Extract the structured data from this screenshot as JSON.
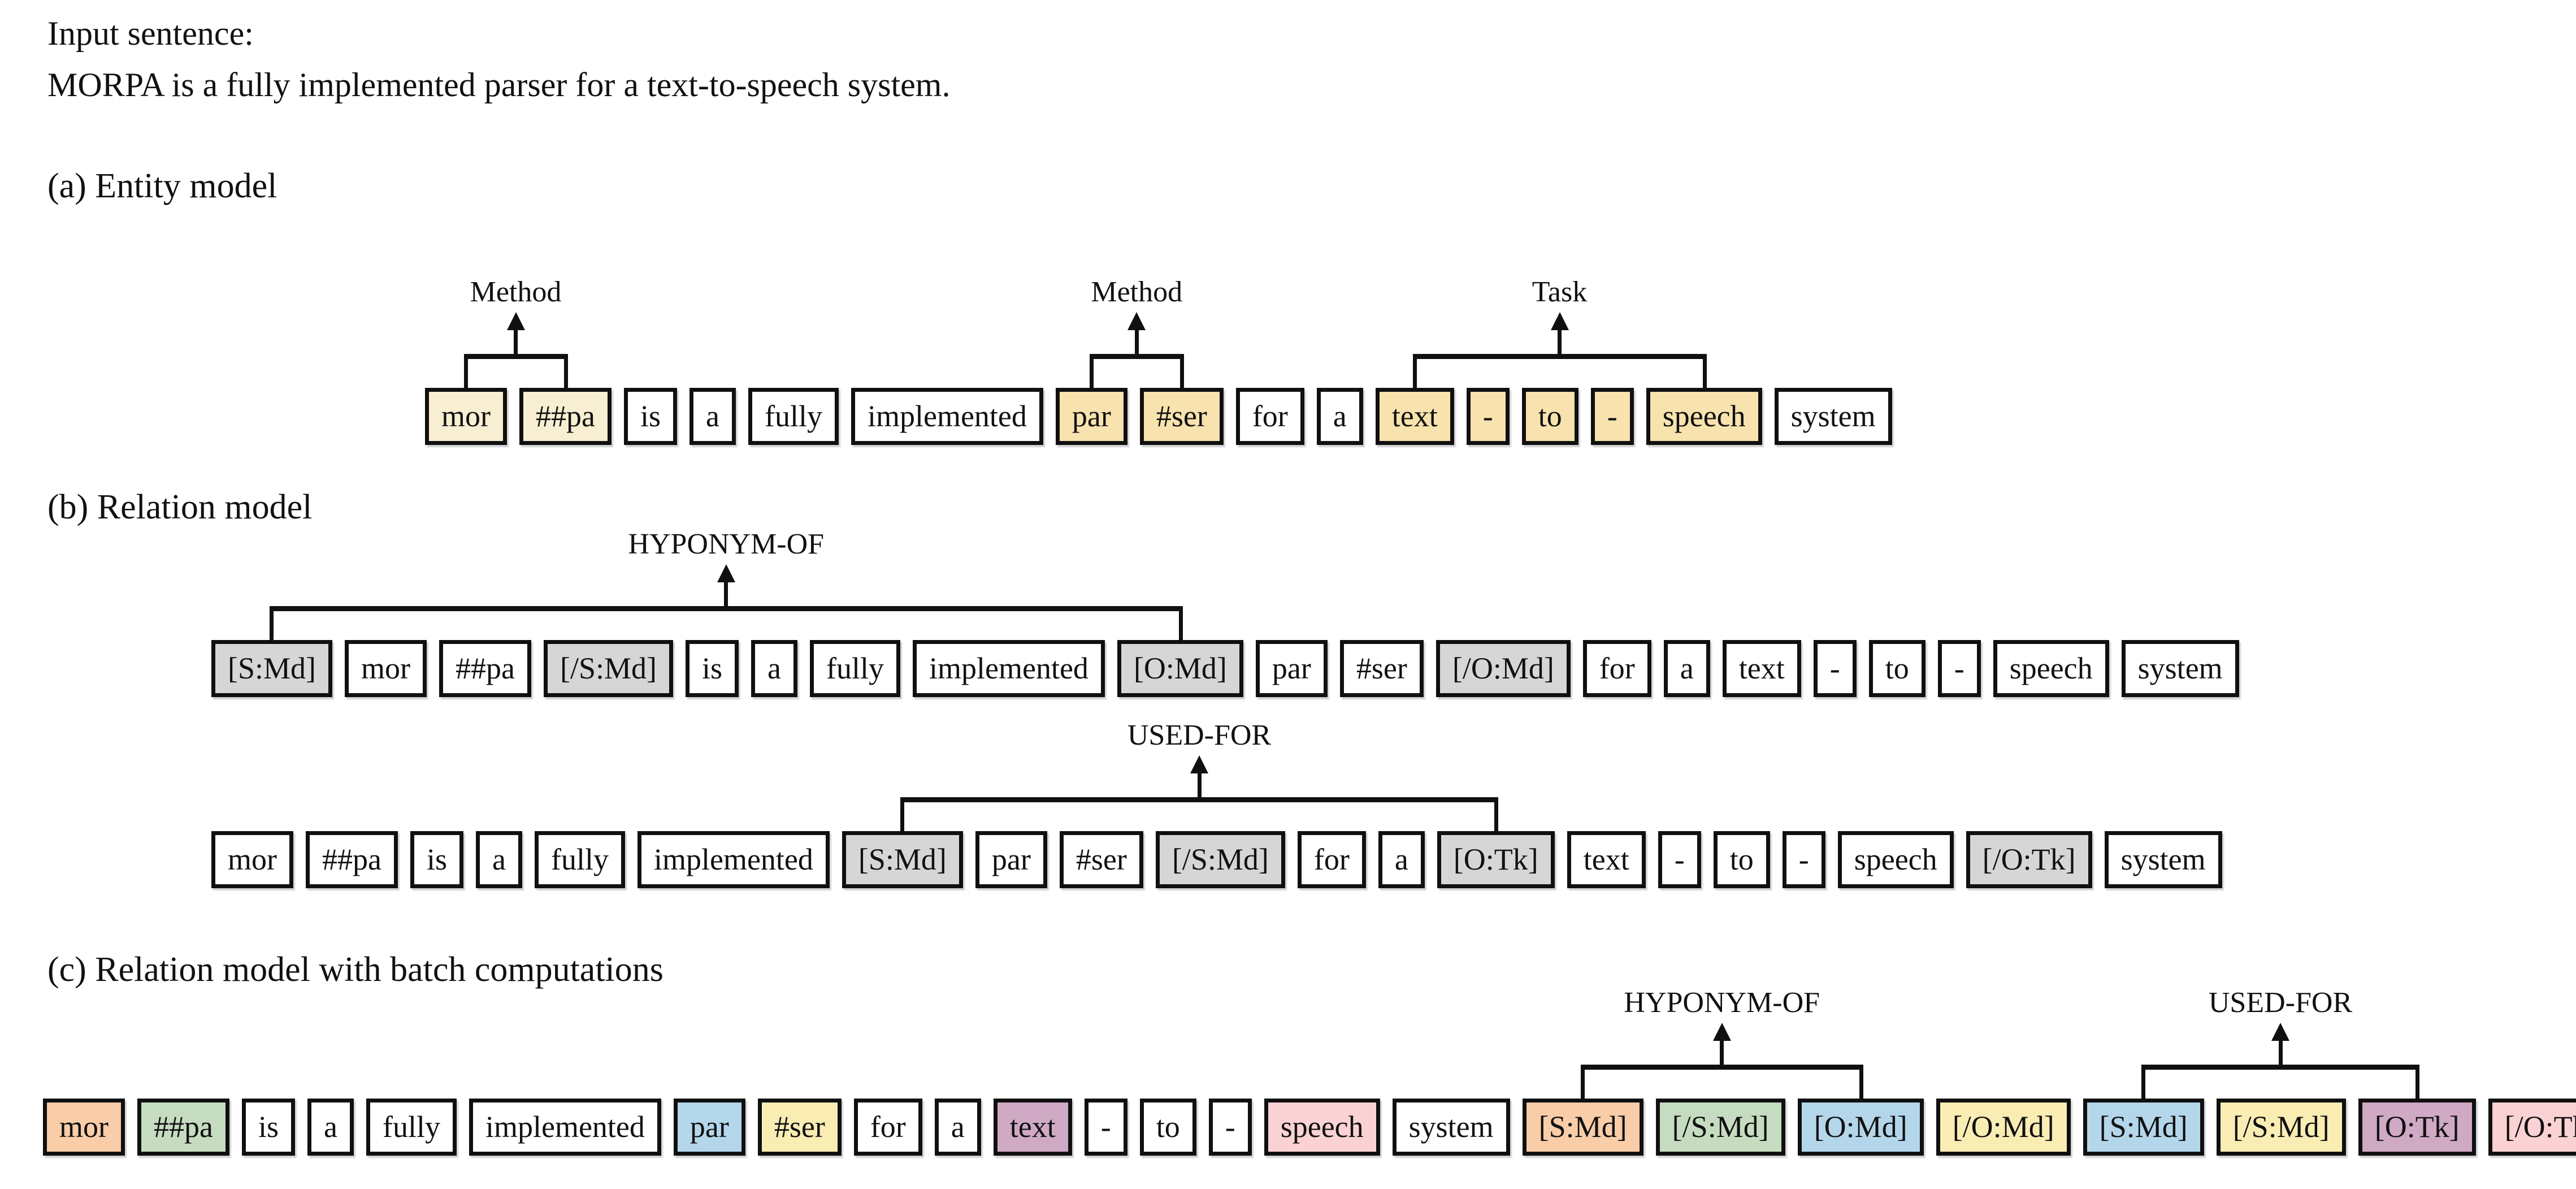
{
  "headers": {
    "input_label": "Input sentence:",
    "sentence": "MORPA is a fully implemented parser for a text-to-speech system.",
    "a": "(a) Entity model",
    "b": "(b) Relation model",
    "c": "(c) Relation model with batch computations"
  },
  "colors": {
    "white": "#ffffff",
    "cream": "#f8eed2",
    "wheat": "#f8e3ae",
    "gray": "#d6d6d6",
    "peach": "#f8cda8",
    "green": "#c6dcc0",
    "blue": "#b4d6ea",
    "yellow": "#f9edb4",
    "mauve": "#d0a9c4",
    "pink": "#fbd2d4"
  },
  "rows": {
    "a1": {
      "tokens": [
        {
          "text": "mor",
          "fill": "cream"
        },
        {
          "text": "##pa",
          "fill": "cream"
        },
        {
          "text": "is",
          "fill": "white"
        },
        {
          "text": "a",
          "fill": "white"
        },
        {
          "text": "fully",
          "fill": "white"
        },
        {
          "text": "implemented",
          "fill": "white"
        },
        {
          "text": "par",
          "fill": "wheat"
        },
        {
          "text": "#ser",
          "fill": "wheat"
        },
        {
          "text": "for",
          "fill": "white"
        },
        {
          "text": "a",
          "fill": "white"
        },
        {
          "text": "text",
          "fill": "wheat"
        },
        {
          "text": "-",
          "fill": "wheat"
        },
        {
          "text": "to",
          "fill": "wheat"
        },
        {
          "text": "-",
          "fill": "wheat"
        },
        {
          "text": "speech",
          "fill": "wheat"
        },
        {
          "text": "system",
          "fill": "white"
        }
      ],
      "brackets": [
        {
          "label": "Method",
          "kind": "entity",
          "from": 0,
          "to": 1
        },
        {
          "label": "Method",
          "kind": "entity",
          "from": 6,
          "to": 7
        },
        {
          "label": "Task",
          "kind": "entity",
          "from": 10,
          "to": 14
        }
      ]
    },
    "b1": {
      "tokens": [
        {
          "text": "[S:Md]",
          "fill": "gray"
        },
        {
          "text": "mor",
          "fill": "white"
        },
        {
          "text": "##pa",
          "fill": "white"
        },
        {
          "text": "[/S:Md]",
          "fill": "gray"
        },
        {
          "text": "is",
          "fill": "white"
        },
        {
          "text": "a",
          "fill": "white"
        },
        {
          "text": "fully",
          "fill": "white"
        },
        {
          "text": "implemented",
          "fill": "white"
        },
        {
          "text": "[O:Md]",
          "fill": "gray"
        },
        {
          "text": "par",
          "fill": "white"
        },
        {
          "text": "#ser",
          "fill": "white"
        },
        {
          "text": "[/O:Md]",
          "fill": "gray"
        },
        {
          "text": "for",
          "fill": "white"
        },
        {
          "text": "a",
          "fill": "white"
        },
        {
          "text": "text",
          "fill": "white"
        },
        {
          "text": "-",
          "fill": "white"
        },
        {
          "text": "to",
          "fill": "white"
        },
        {
          "text": "-",
          "fill": "white"
        },
        {
          "text": "speech",
          "fill": "white"
        },
        {
          "text": "system",
          "fill": "white"
        }
      ],
      "brackets": [
        {
          "label": "HYPONYM-OF",
          "kind": "relation",
          "from": 0,
          "to": 8
        }
      ]
    },
    "b2": {
      "tokens": [
        {
          "text": "mor",
          "fill": "white"
        },
        {
          "text": "##pa",
          "fill": "white"
        },
        {
          "text": "is",
          "fill": "white"
        },
        {
          "text": "a",
          "fill": "white"
        },
        {
          "text": "fully",
          "fill": "white"
        },
        {
          "text": "implemented",
          "fill": "white"
        },
        {
          "text": "[S:Md]",
          "fill": "gray"
        },
        {
          "text": "par",
          "fill": "white"
        },
        {
          "text": "#ser",
          "fill": "white"
        },
        {
          "text": "[/S:Md]",
          "fill": "gray"
        },
        {
          "text": "for",
          "fill": "white"
        },
        {
          "text": "a",
          "fill": "white"
        },
        {
          "text": "[O:Tk]",
          "fill": "gray"
        },
        {
          "text": "text",
          "fill": "white"
        },
        {
          "text": "-",
          "fill": "white"
        },
        {
          "text": "to",
          "fill": "white"
        },
        {
          "text": "-",
          "fill": "white"
        },
        {
          "text": "speech",
          "fill": "white"
        },
        {
          "text": "[/O:Tk]",
          "fill": "gray"
        },
        {
          "text": "system",
          "fill": "white"
        }
      ],
      "brackets": [
        {
          "label": "USED-FOR",
          "kind": "relation",
          "from": 6,
          "to": 12
        }
      ]
    },
    "c1": {
      "tokens": [
        {
          "text": "mor",
          "fill": "peach"
        },
        {
          "text": "##pa",
          "fill": "green"
        },
        {
          "text": "is",
          "fill": "white"
        },
        {
          "text": "a",
          "fill": "white"
        },
        {
          "text": "fully",
          "fill": "white"
        },
        {
          "text": "implemented",
          "fill": "white"
        },
        {
          "text": "par",
          "fill": "blue"
        },
        {
          "text": "#ser",
          "fill": "yellow"
        },
        {
          "text": "for",
          "fill": "white"
        },
        {
          "text": "a",
          "fill": "white"
        },
        {
          "text": "text",
          "fill": "mauve"
        },
        {
          "text": "-",
          "fill": "white"
        },
        {
          "text": "to",
          "fill": "white"
        },
        {
          "text": "-",
          "fill": "white"
        },
        {
          "text": "speech",
          "fill": "pink"
        },
        {
          "text": "system",
          "fill": "white"
        },
        {
          "text": "[S:Md]",
          "fill": "peach"
        },
        {
          "text": "[/S:Md]",
          "fill": "green"
        },
        {
          "text": "[O:Md]",
          "fill": "blue"
        },
        {
          "text": "[/O:Md]",
          "fill": "yellow"
        },
        {
          "text": "[S:Md]",
          "fill": "blue"
        },
        {
          "text": "[/S:Md]",
          "fill": "yellow"
        },
        {
          "text": "[O:Tk]",
          "fill": "mauve"
        },
        {
          "text": "[/O:Tk]",
          "fill": "pink"
        }
      ],
      "brackets": [
        {
          "label": "HYPONYM-OF",
          "kind": "relation",
          "from": 16,
          "to": 18
        },
        {
          "label": "USED-FOR",
          "kind": "relation",
          "from": 20,
          "to": 22
        }
      ]
    }
  }
}
